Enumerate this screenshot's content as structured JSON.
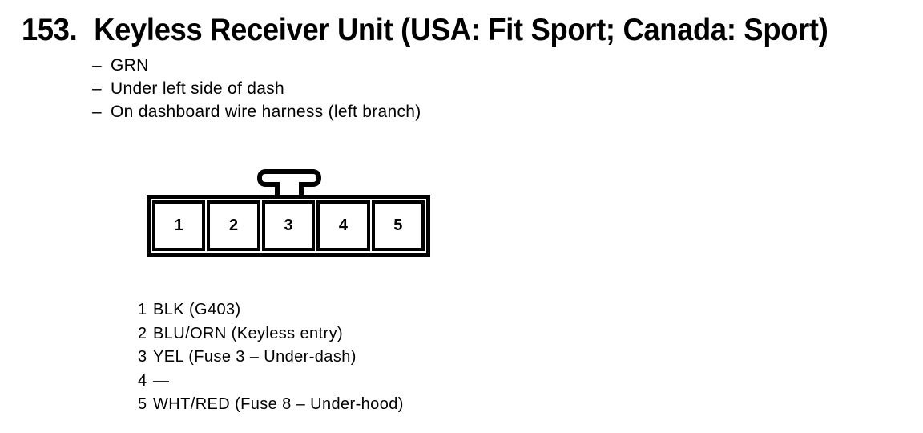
{
  "heading": {
    "number": "153.",
    "title": "Keyless Receiver Unit (USA: Fit Sport; Canada: Sport)"
  },
  "details": {
    "marker": "–",
    "items": [
      "GRN",
      "Under left side of dash",
      "On dashboard wire harness (left branch)"
    ]
  },
  "connector": {
    "pins": [
      "1",
      "2",
      "3",
      "4",
      "5"
    ]
  },
  "pinout": {
    "rows": [
      {
        "pin": "1",
        "wire": "BLK (G403)"
      },
      {
        "pin": "2",
        "wire": "BLU/ORN (Keyless entry)"
      },
      {
        "pin": "3",
        "wire": "YEL (Fuse 3 – Under-dash)"
      },
      {
        "pin": "4",
        "wire": "—"
      },
      {
        "pin": "5",
        "wire": "WHT/RED (Fuse 8 – Under-hood)"
      }
    ]
  },
  "colors": {
    "ink": "#000000",
    "paper": "#ffffff"
  }
}
